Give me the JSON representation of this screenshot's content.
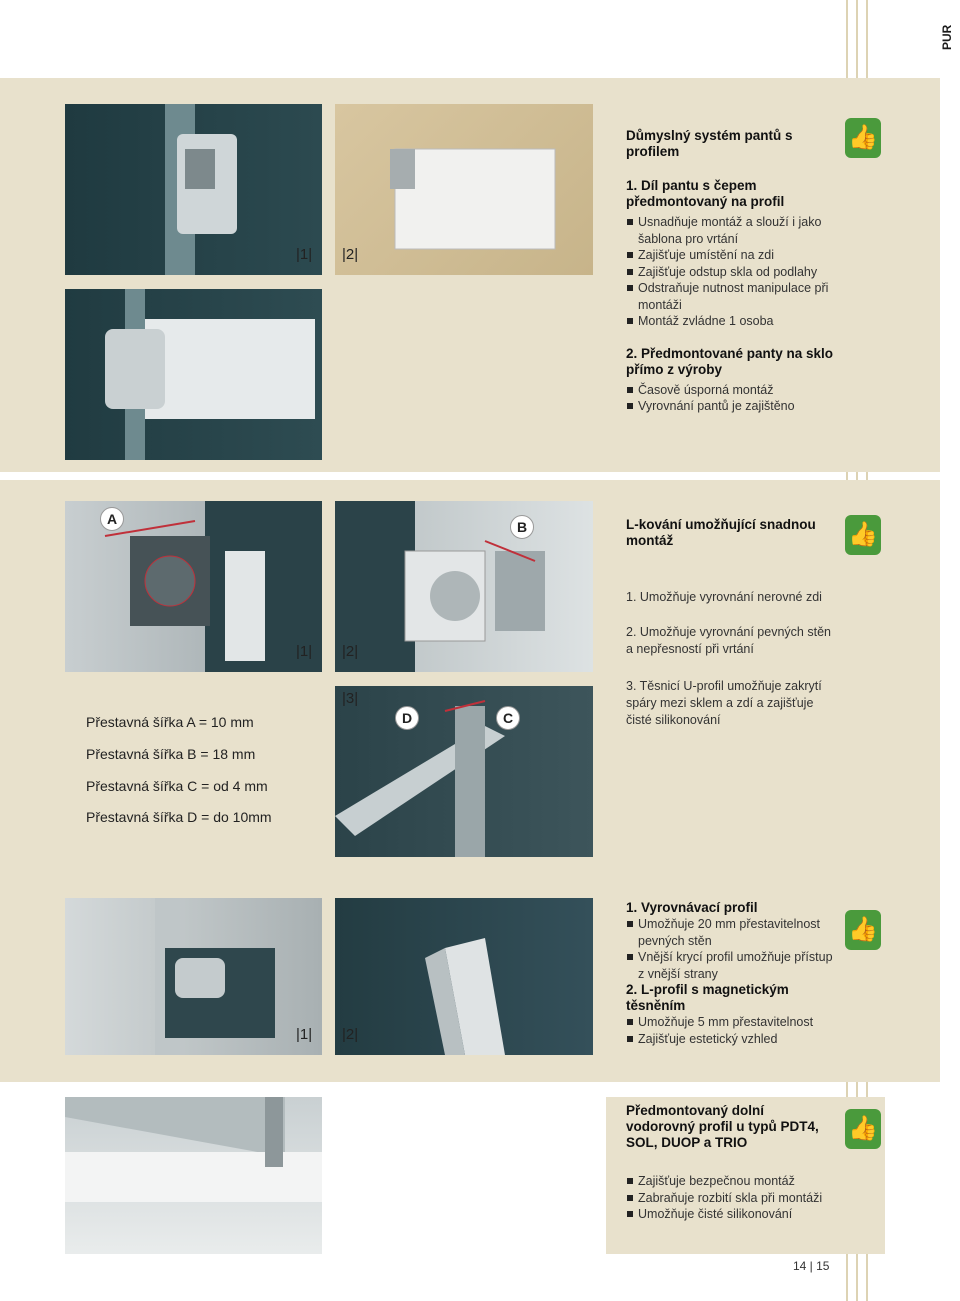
{
  "side_label": "PUR",
  "section1": {
    "labels": [
      "|1|",
      "|2|"
    ],
    "title": "Důmyslný systém pantů s profilem",
    "item1_title": "1. Díl pantu s čepem předmontovaný na profil",
    "item1_bullets": [
      "Usnadňuje montáž a slouží i jako šablona pro vrtání",
      "Zajišťuje umístění na zdi",
      "Zajišťuje odstup skla od podlahy",
      "Odstraňuje nutnost manipulace při montáži",
      "Montáž zvládne 1 osoba"
    ],
    "item2_title": "2. Předmontované panty na sklo přímo z výroby",
    "item2_bullets": [
      "Časově úsporná montáž",
      "Vyrovnání pantů je zajištěno"
    ]
  },
  "section2": {
    "labels": [
      "|1|",
      "|2|",
      "|3|"
    ],
    "markers": [
      "A",
      "B",
      "C",
      "D"
    ],
    "title": "L-kování umožňující snadnou montáž",
    "items": [
      "1. Umožňuje vyrovnání nerovné zdi",
      "2. Umožňuje vyrovnání pevných stěn a nepřesností při vrtání",
      "3. Těsnicí U-profil umožňuje zakrytí spáry mezi sklem a zdí a zajišťuje čisté silikonování"
    ],
    "specs": [
      "Přestavná šířka A = 10 mm",
      "Přestavná šířka B = 18 mm",
      "Přestavná šířka C = od 4 mm",
      "Přestavná šířka D = do 10mm"
    ]
  },
  "section3": {
    "labels": [
      "|1|",
      "|2|"
    ],
    "item1_title": "1. Vyrovnávací profil",
    "item1_bullets": [
      "Umožňuje 20 mm přestavitelnost pevných stěn",
      "Vnější krycí profil umožňuje přístup z vnější strany"
    ],
    "item2_title": "2. L-profil s magnetickým těsněním",
    "item2_bullets": [
      "Umožňuje 5 mm přestavitelnost",
      "Zajišťuje estetický vzhled"
    ]
  },
  "section4": {
    "title": "Předmontovaný dolní vodorovný profil u typů PDT4, SOL, DUOP a TRIO",
    "bullets": [
      "Zajišťuje bezpečnou montáž",
      "Zabraňuje rozbití skla při montáži",
      "Umožňuje čisté silikonování"
    ]
  },
  "page_numbers": "14 | 15",
  "colors": {
    "band": "#e8e1cc",
    "thumb_green": "#4a9a3c",
    "marker_red": "#c0303a"
  }
}
